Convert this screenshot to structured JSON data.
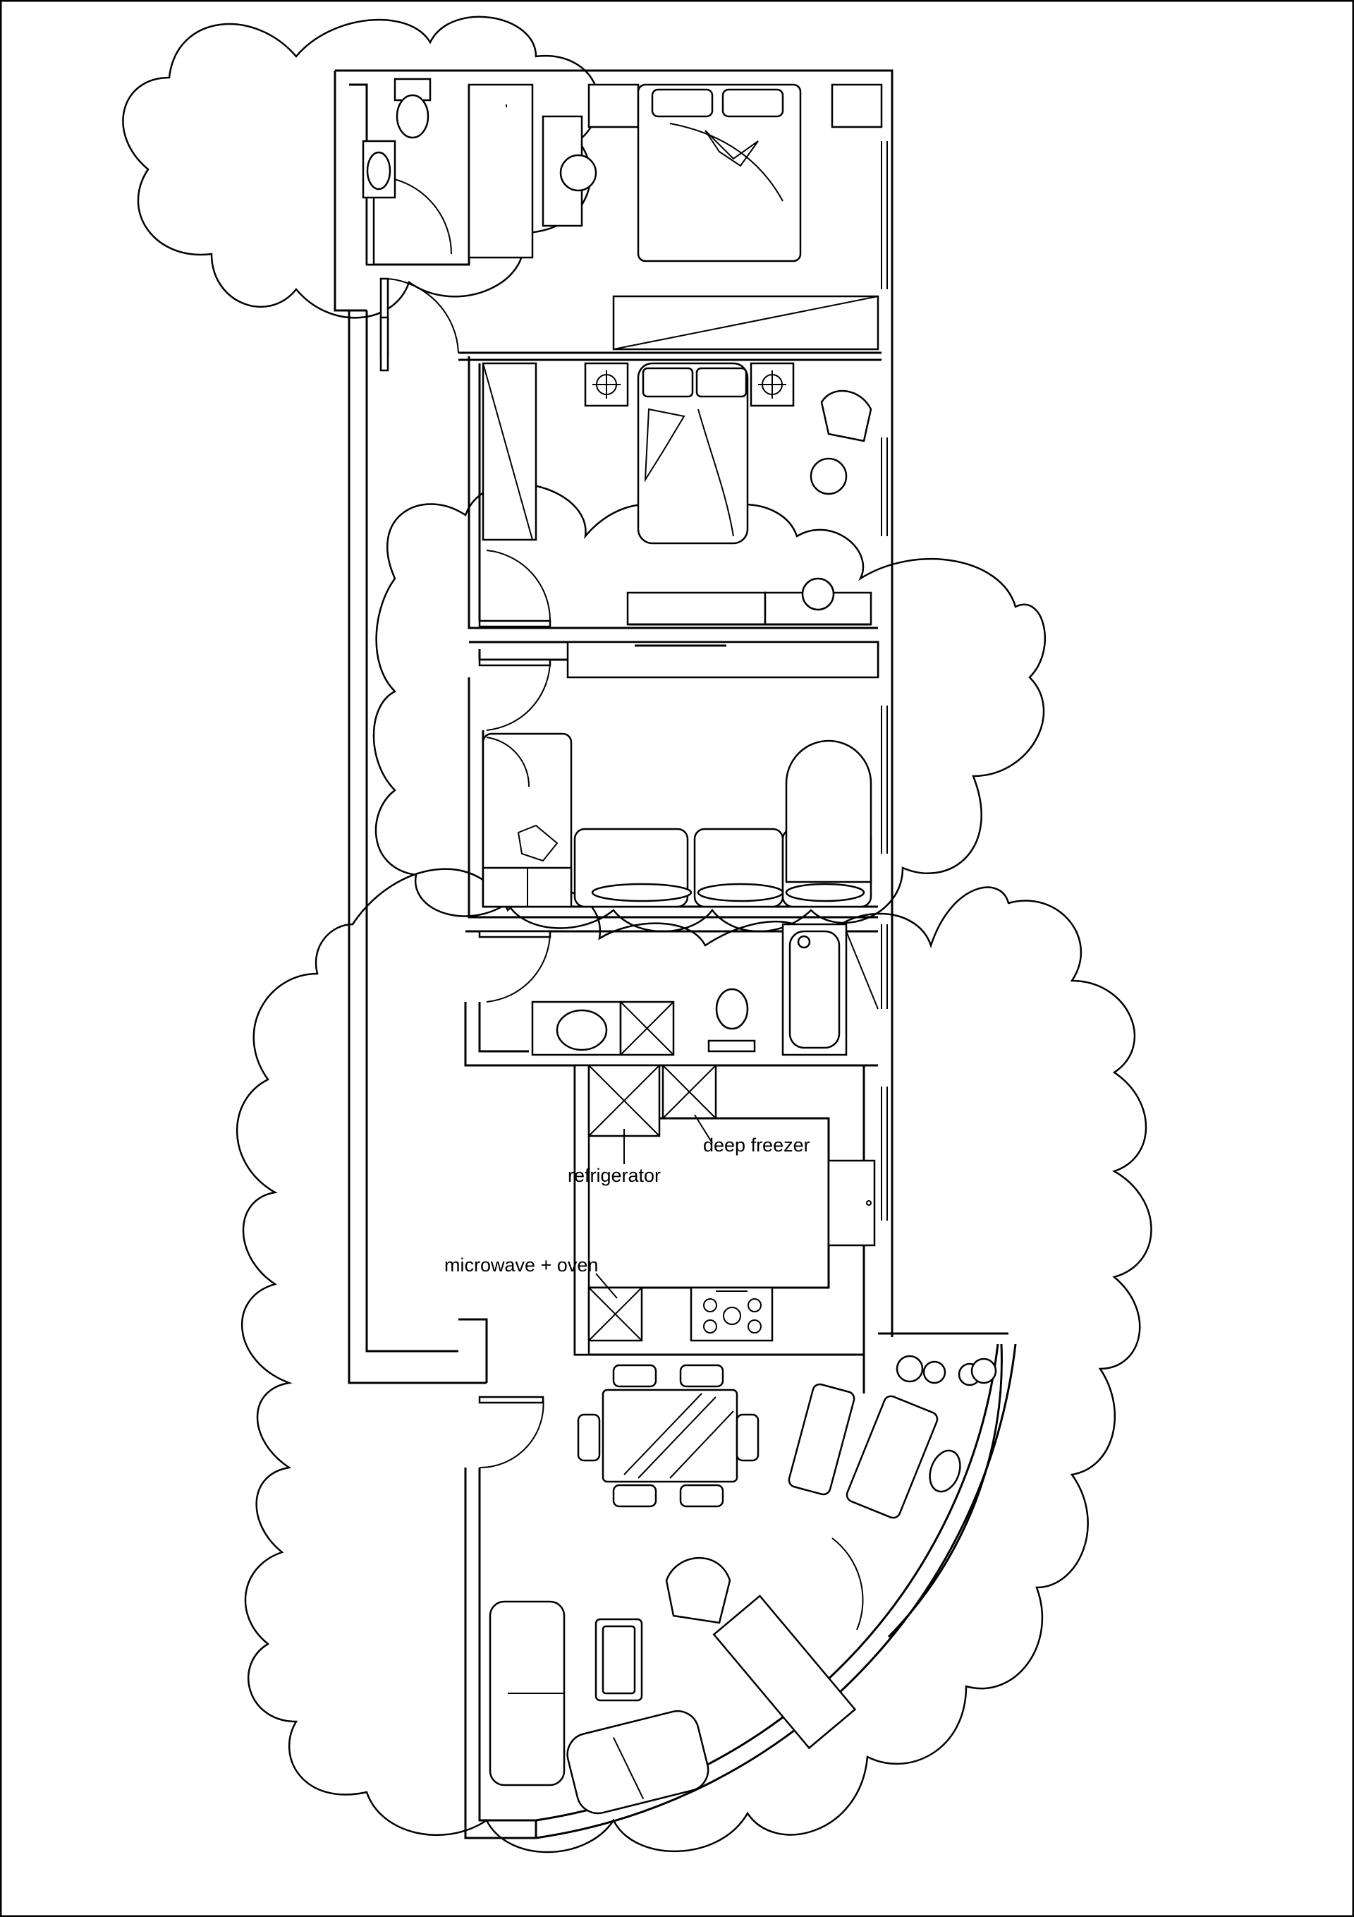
{
  "labels": {
    "refrigerator": "refrigerator",
    "deep_freezer": "deep freezer",
    "microwave_oven": "microwave + oven"
  }
}
